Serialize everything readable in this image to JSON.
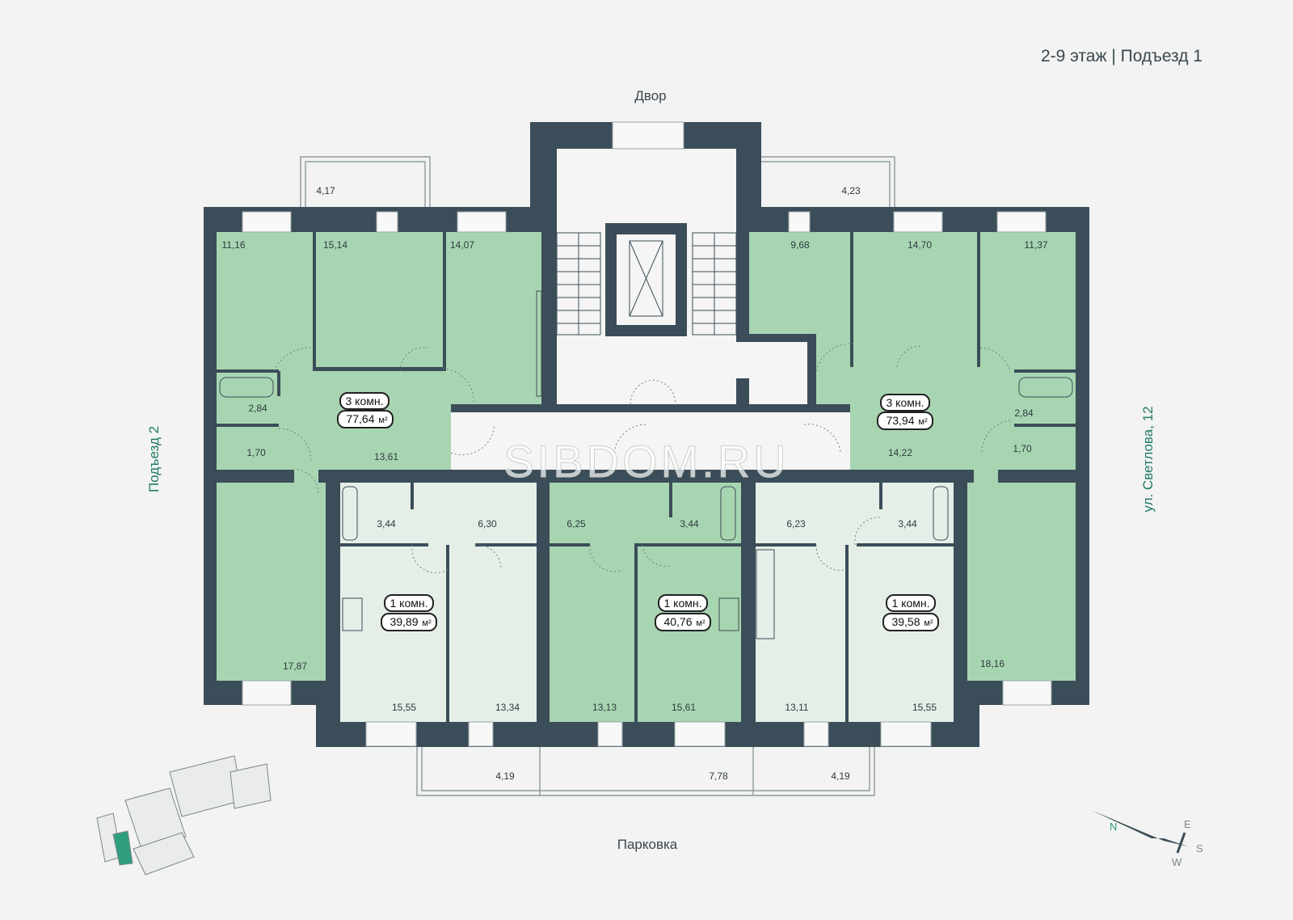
{
  "header": {
    "title": "2-9 этаж | Подъезд 1"
  },
  "surroundings": {
    "top": "Двор",
    "bottom": "Парковка",
    "left": "Подъезд 2",
    "right": "ул. Светлова, 12"
  },
  "watermark": "SIBDOM.RU",
  "compass": {
    "n": "N",
    "e": "E",
    "s": "S",
    "w": "W"
  },
  "colors": {
    "wall": "#3b4d58",
    "available": "#a8d5b1",
    "other": "#e5efe7",
    "accent": "#1f7a66"
  },
  "apartments": [
    {
      "rooms": "3 комн.",
      "area": "77,64",
      "unit": "м²",
      "status": "available"
    },
    {
      "rooms": "3 комн.",
      "area": "73,94",
      "unit": "м²",
      "status": "available"
    },
    {
      "rooms": "1 комн.",
      "area": "39,89",
      "unit": "м²",
      "status": "other"
    },
    {
      "rooms": "1 комн.",
      "area": "40,76",
      "unit": "м²",
      "status": "available"
    },
    {
      "rooms": "1 комн.",
      "area": "39,58",
      "unit": "м²",
      "status": "other"
    }
  ],
  "room_areas": {
    "a1": [
      "11,16",
      "15,14",
      "14,07",
      "4,17",
      "2,84",
      "1,70",
      "13,61",
      "17,87"
    ],
    "a2": [
      "4,23",
      "9,68",
      "14,70",
      "11,37",
      "2,84",
      "1,70",
      "14,22",
      "18,16"
    ],
    "a3": [
      "3,44",
      "6,30",
      "15,55",
      "13,34",
      "4,19"
    ],
    "a4": [
      "6,25",
      "3,44",
      "13,13",
      "15,61",
      "7,78"
    ],
    "a5": [
      "6,23",
      "3,44",
      "13,11",
      "15,55",
      "4,19"
    ]
  }
}
